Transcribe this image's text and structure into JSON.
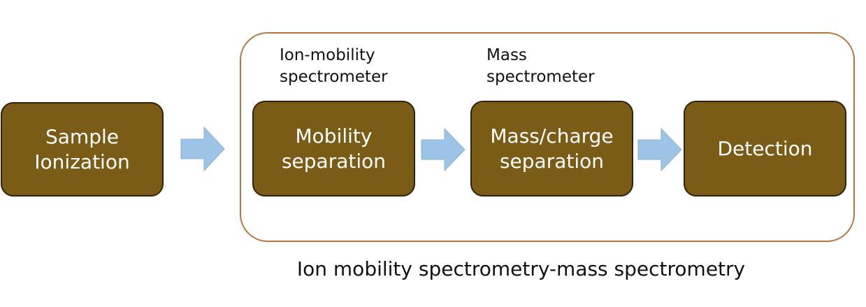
{
  "colors": {
    "stage_fill": "#7a5c16",
    "stage_border": "#2e2208",
    "container_border": "#b5753e",
    "arrow_fill": "#9dc3e6",
    "arrow_stroke": "#8ab2d8"
  },
  "stages": {
    "ionization": {
      "line1": "Sample",
      "line2": "Ionization"
    },
    "mobility": {
      "line1": "Mobility",
      "line2": "separation"
    },
    "mass": {
      "line1": "Mass/charge",
      "line2": "separation"
    },
    "detection": {
      "line1": "Detection"
    }
  },
  "labels": {
    "ims": {
      "line1": "Ion-mobility",
      "line2": "spectrometer"
    },
    "ms": {
      "line1": "Mass",
      "line2": "spectrometer"
    }
  },
  "caption": "Ion mobility spectrometry-mass spectrometry"
}
